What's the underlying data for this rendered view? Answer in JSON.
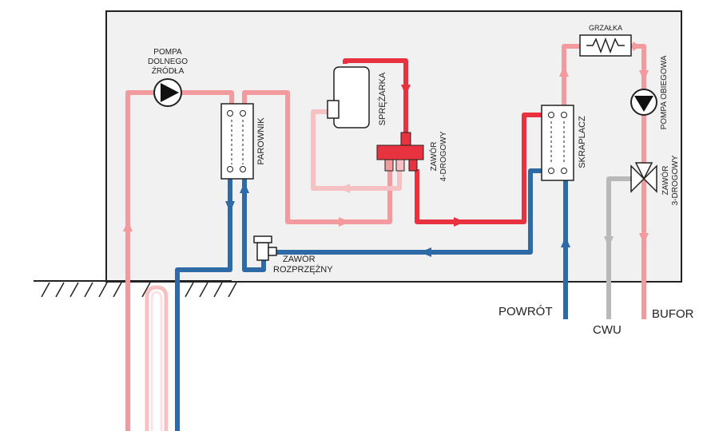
{
  "labels": {
    "pump_ground_1": "POMPA",
    "pump_ground_2": "DOLNEGO",
    "pump_ground_3": "ŹRÓDŁA",
    "evaporator": "PAROWNIK",
    "compressor": "SPRĘŻARKA",
    "valve4_1": "ZAWÓR",
    "valve4_2": "4-DROGOWY",
    "expansion_1": "ZAWÓR",
    "expansion_2": "ROZPRZĘŻNY",
    "condenser": "SKRAPLACZ",
    "heater": "GRZAŁKA",
    "circ_pump": "POMPA OBIEGOWA",
    "valve3_1": "ZAWÓR",
    "valve3_2": "3-DROGOWY",
    "return": "POWRÓT",
    "dhw": "CWU",
    "buffer": "BUFOR"
  },
  "colors": {
    "hot": "#e8323f",
    "warm": "#f29a9e",
    "cold": "#2e6aa6",
    "grey": "#b9b9b9",
    "box_fill": "#f1f1f1",
    "outline": "#222222"
  },
  "icons": [
    "pump-icon",
    "compressor-icon",
    "valve-4way-icon",
    "expansion-valve-icon",
    "heater-icon",
    "valve-3way-icon",
    "ground-hatch-icon"
  ]
}
